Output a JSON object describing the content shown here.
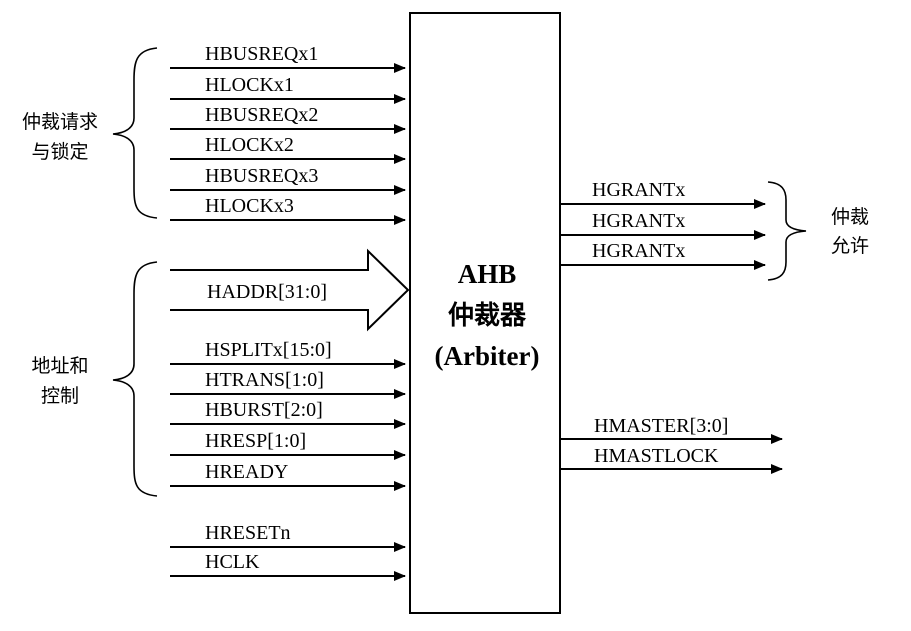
{
  "arbiter": {
    "line1": "AHB",
    "line2": "仲裁器",
    "line3": "(Arbiter)"
  },
  "groups": {
    "request_lock": [
      "仲裁请求",
      "与锁定"
    ],
    "address_control": [
      "地址和",
      "控制"
    ],
    "grant": [
      "仲裁",
      "允许"
    ]
  },
  "signals": {
    "request_lock": [
      "HBUSREQx1",
      "HLOCKx1",
      "HBUSREQx2",
      "HLOCKx2",
      "HBUSREQx3",
      "HLOCKx3"
    ],
    "address_bus": "HADDR[31:0]",
    "address_control": [
      "HSPLITx[15:0]",
      "HTRANS[1:0]",
      "HBURST[2:0]",
      "HRESP[1:0]",
      "HREADY"
    ],
    "clock_reset": [
      "HRESETn",
      "HCLK"
    ],
    "grant": [
      "HGRANTx",
      "HGRANTx",
      "HGRANTx"
    ],
    "master": [
      "HMASTER[3:0]",
      "HMASTLOCK"
    ]
  }
}
